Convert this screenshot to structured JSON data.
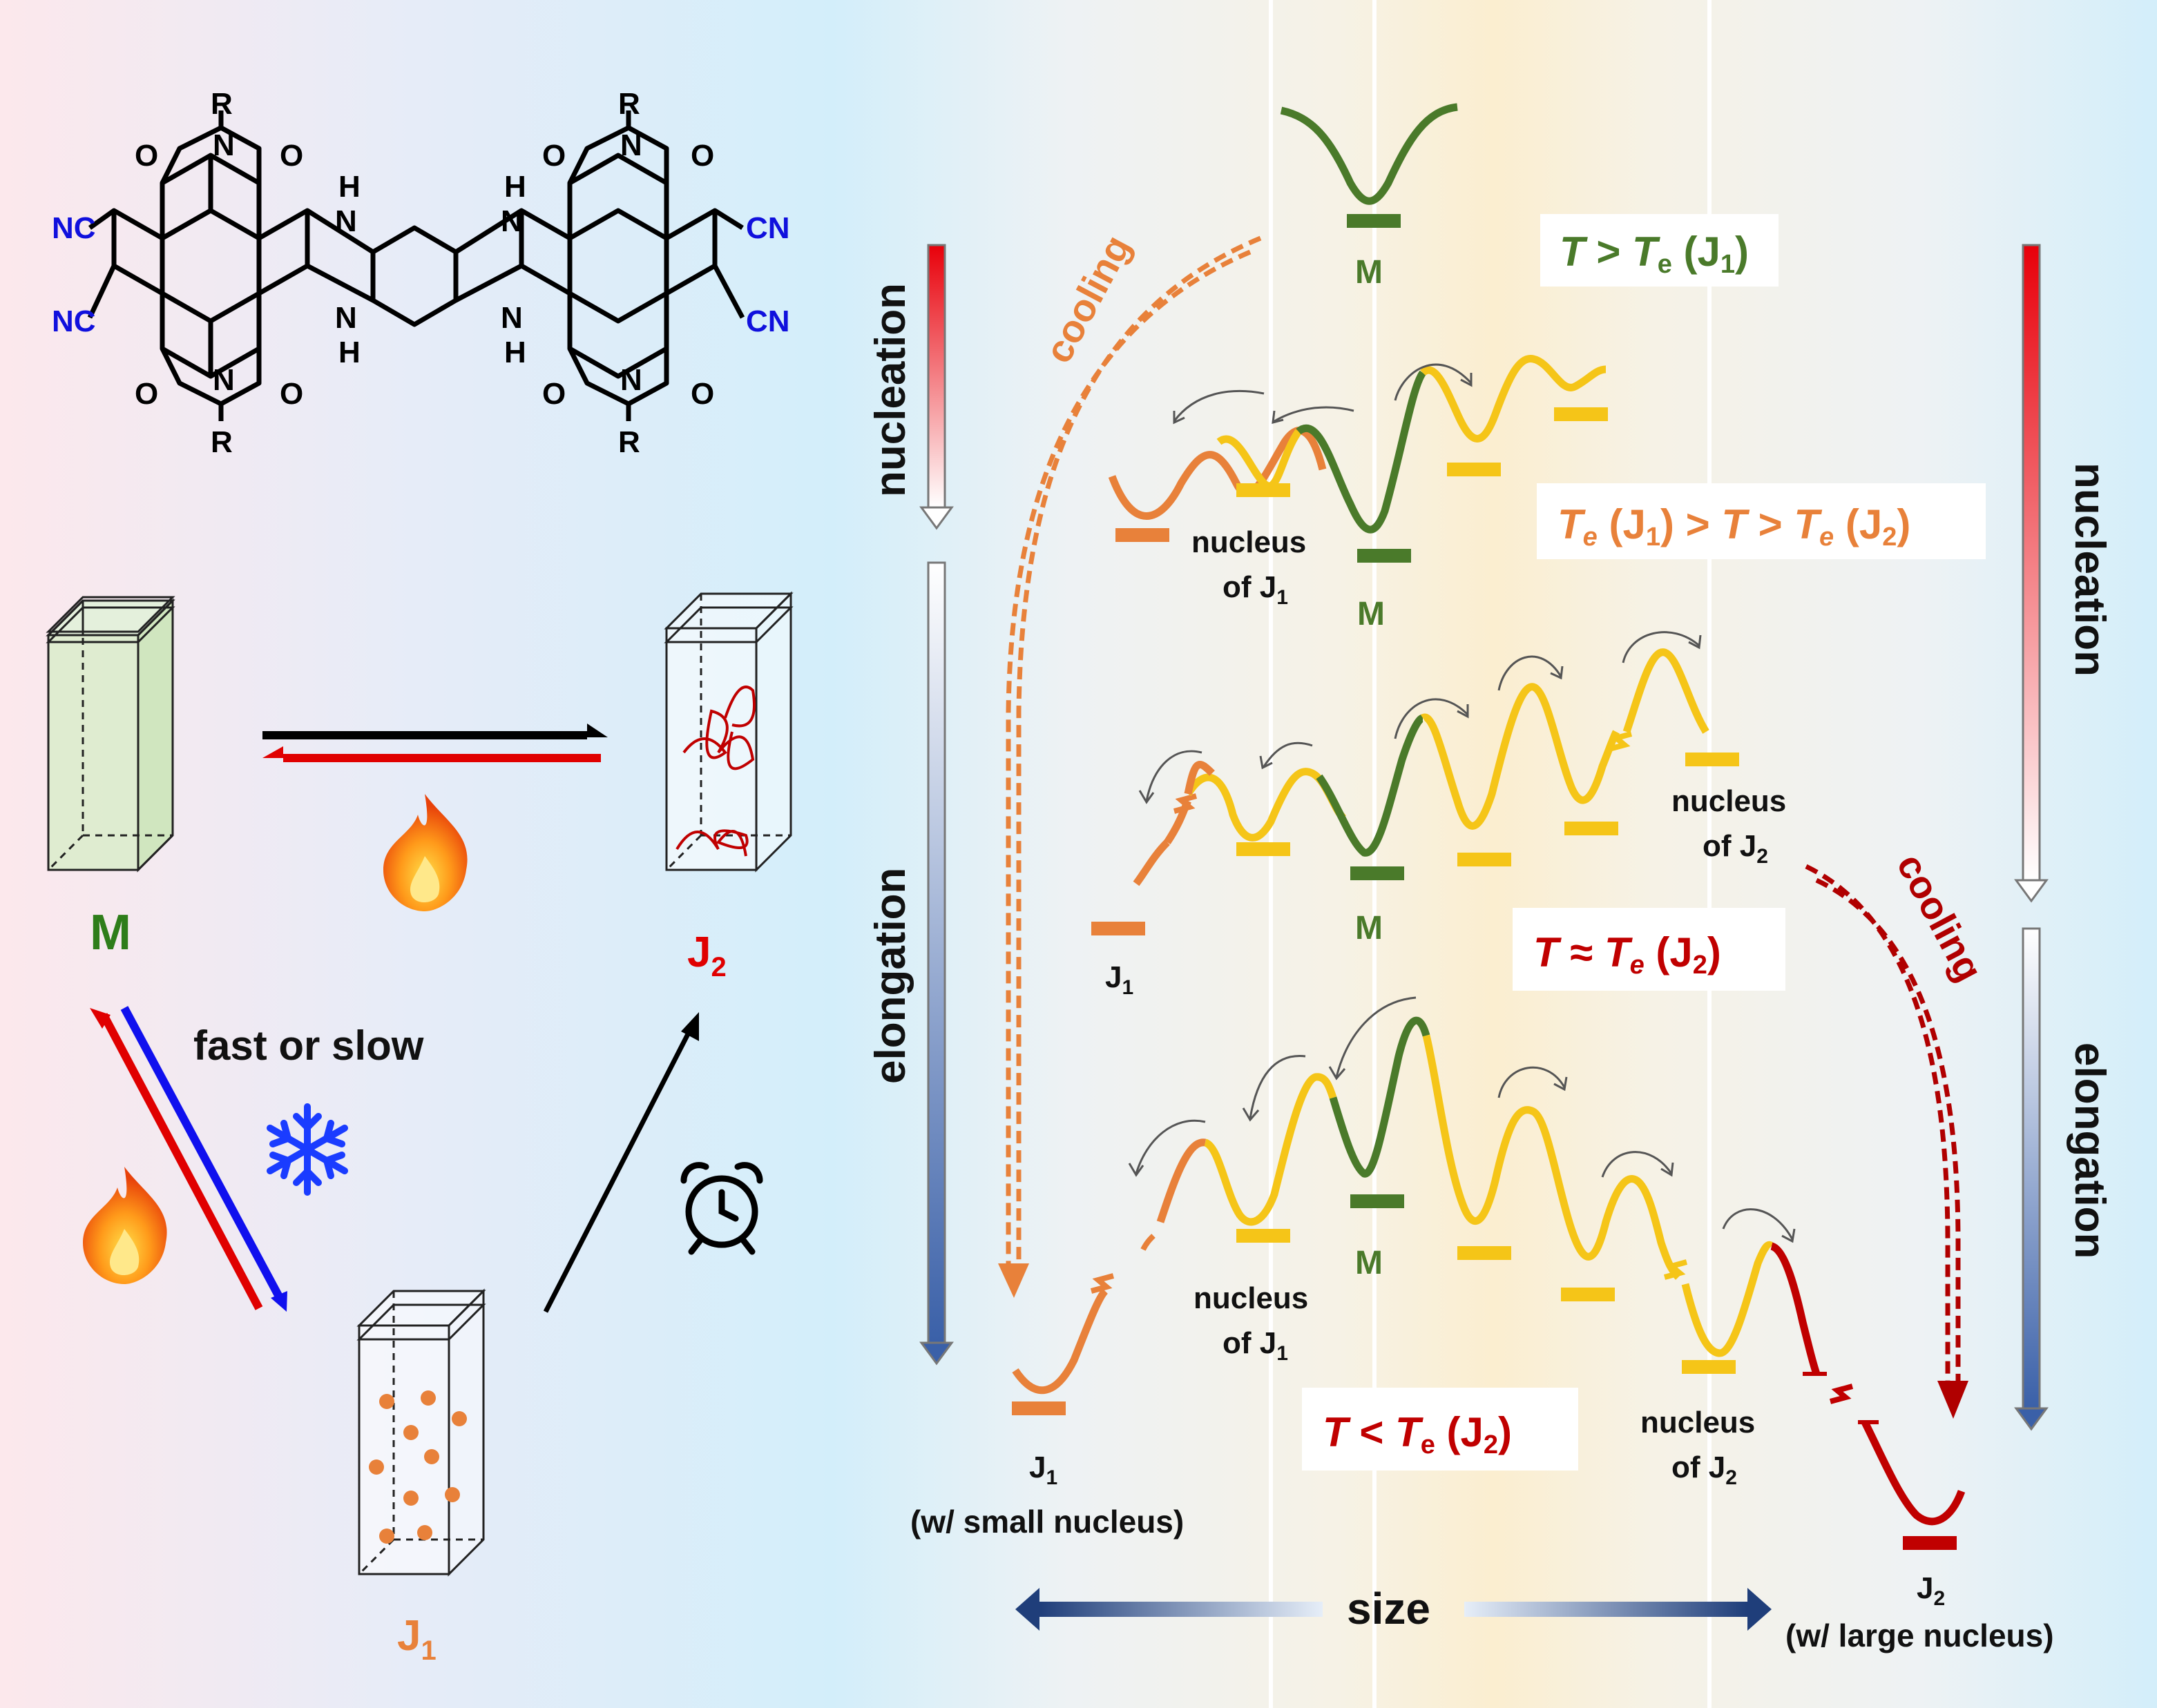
{
  "colors": {
    "green": "#4a7a2a",
    "orange": "#e8813a",
    "yellow": "#f5c518",
    "red": "#c00000",
    "blue": "#1f3e7a",
    "nc_blue": "#1010dd"
  },
  "molecule": {
    "atoms": {
      "R": "R",
      "N": "N",
      "O": "O",
      "H": "H",
      "NC": "NC",
      "CN": "CN"
    }
  },
  "left": {
    "M_label": "M",
    "J1_label": "J",
    "J1_sub": "1",
    "J2_label": "J",
    "J2_sub": "2",
    "fast_or_slow": "fast or slow",
    "icons": [
      "fire-icon",
      "snowflake-icon",
      "alarm-clock-icon"
    ]
  },
  "middle_axis": {
    "nucleation": "nucleation",
    "elongation": "elongation"
  },
  "right_axis": {
    "nucleation": "nucleation",
    "elongation": "elongation"
  },
  "conditions": {
    "c1": {
      "T": "T",
      "op": " > ",
      "Te": "T",
      "e": "e",
      "paren": " (J",
      "sub": "1",
      "close": ")"
    },
    "c2": {
      "Te": "T",
      "e": "e",
      "p1": " (J",
      "s1": "1",
      "mid": ") > ",
      "T": "T",
      "gt": " > ",
      "Te2": "T",
      "e2": "e",
      "p2": " (J",
      "s2": "2",
      "close": ")"
    },
    "c3": {
      "T": "T",
      "op": " ≈ ",
      "Te": "T",
      "e": "e",
      "paren": " (J",
      "sub": "2",
      "close": ")"
    },
    "c4": {
      "T": "T",
      "op": " < ",
      "Te": "T",
      "e": "e",
      "paren": " (J",
      "sub": "2",
      "close": ")"
    }
  },
  "landscape_labels": {
    "M": "M",
    "cooling": "cooling",
    "nucleus_of": "nucleus",
    "of_J": "of J",
    "sub1": "1",
    "sub2": "2",
    "J": "J",
    "small_nucleus": "(w/ small nucleus)",
    "large_nucleus": "(w/ large nucleus)",
    "size": "size"
  }
}
